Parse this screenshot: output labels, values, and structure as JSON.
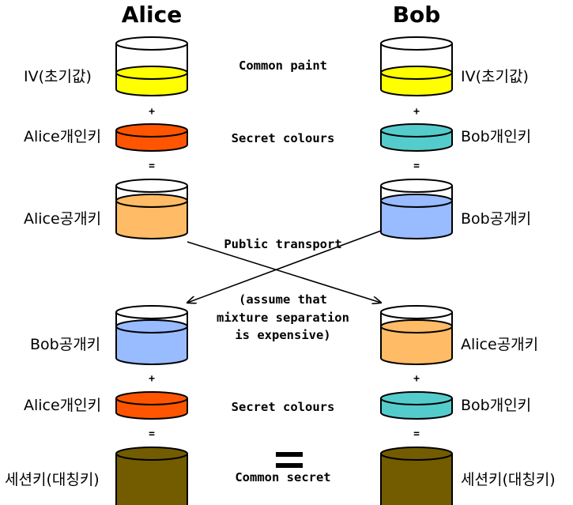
{
  "titles": {
    "left": "Alice",
    "right": "Bob"
  },
  "labels": {
    "left_iv": "IV(초기값)",
    "right_iv": "IV(초기값)",
    "left_private": "Alice개인키",
    "right_private": "Bob개인키",
    "left_public": "Alice공개키",
    "right_public": "Bob공개키",
    "left_received": "Bob공개키",
    "right_received": "Alice공개키",
    "left_private2": "Alice개인키",
    "right_private2": "Bob개인키",
    "left_shared": "세션키(대칭키)",
    "right_shared": "세션키(대칭키)"
  },
  "middle": {
    "common_paint": "Common paint",
    "secret_colours_1": "Secret colours",
    "public_transport": "Public transport",
    "assume_line1": "(assume that",
    "assume_line2": "mixture separation",
    "assume_line3": "is expensive)",
    "secret_colours_2": "Secret colours",
    "common_secret": "Common secret"
  },
  "operators": {
    "plus": "+",
    "equals": "="
  },
  "colors": {
    "common_paint": "#ffff00",
    "alice_secret": "#ff5500",
    "bob_secret": "#55cccc",
    "alice_mix": "#ffbb66",
    "bob_mix": "#99bbff",
    "common_secret": "#735c00"
  }
}
